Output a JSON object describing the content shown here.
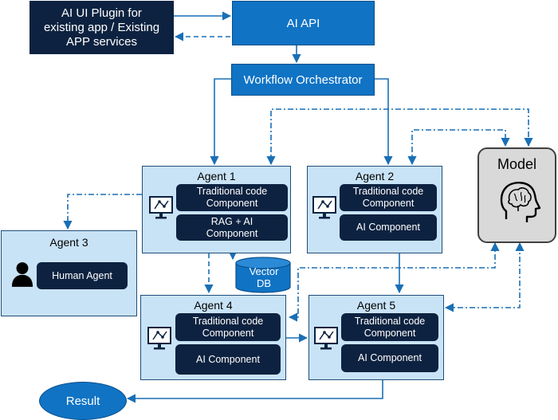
{
  "plugin": {
    "line1": "AI UI Plugin for",
    "line2": "existing app / Existing",
    "line3": "APP services"
  },
  "api": {
    "label": "AI API"
  },
  "orchestrator": {
    "label": "Workflow Orchestrator"
  },
  "agent1": {
    "title": "Agent 1",
    "comp1_l1": "Traditional code",
    "comp1_l2": "Component",
    "comp2_l1": "RAG  + AI",
    "comp2_l2": "Component"
  },
  "agent2": {
    "title": "Agent 2",
    "comp1_l1": "Traditional code",
    "comp1_l2": "Component",
    "comp2": "AI Component"
  },
  "agent3": {
    "title": "Agent 3",
    "comp": "Human Agent"
  },
  "agent4": {
    "title": "Agent 4",
    "comp1_l1": "Traditional code",
    "comp1_l2": "Component",
    "comp2": "AI Component"
  },
  "agent5": {
    "title": "Agent 5",
    "comp1_l1": "Traditional code",
    "comp1_l2": "Component",
    "comp2": "AI Component"
  },
  "vectordb": {
    "line1": "Vector",
    "line2": "DB"
  },
  "model": {
    "label": "Model"
  },
  "result": {
    "label": "Result"
  },
  "colors": {
    "navy": "#0d2240",
    "blue": "#1073c4",
    "agent_fill": "#c9e3f6",
    "line": "#1a6fb5",
    "model_fill": "#d9d9d9"
  }
}
